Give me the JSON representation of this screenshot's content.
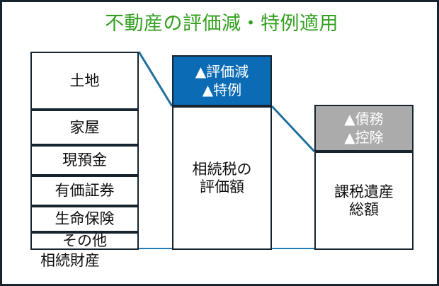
{
  "title": "不動産の評価減・特例適用",
  "colors": {
    "title_green": "#33a01f",
    "accent_blue": "#0b6cb5",
    "deduction_gray": "#ababab",
    "outline_navy": "#16242f",
    "baseline_blue": "#1f7ab8",
    "background": "#ffffff"
  },
  "columns": {
    "assets": {
      "caption": "相続財産",
      "items": [
        {
          "label": "土地"
        },
        {
          "label": "家屋"
        },
        {
          "label": "現預金"
        },
        {
          "label": "有価証券"
        },
        {
          "label": "生命保険"
        },
        {
          "label": "その他"
        }
      ]
    },
    "valuation": {
      "reduction_box": "▲評価減\n▲特例",
      "body": "相続税の\n評価額"
    },
    "taxable": {
      "deduction_box": "▲債務\n▲控除",
      "body": "課税遺産\n総額"
    }
  }
}
